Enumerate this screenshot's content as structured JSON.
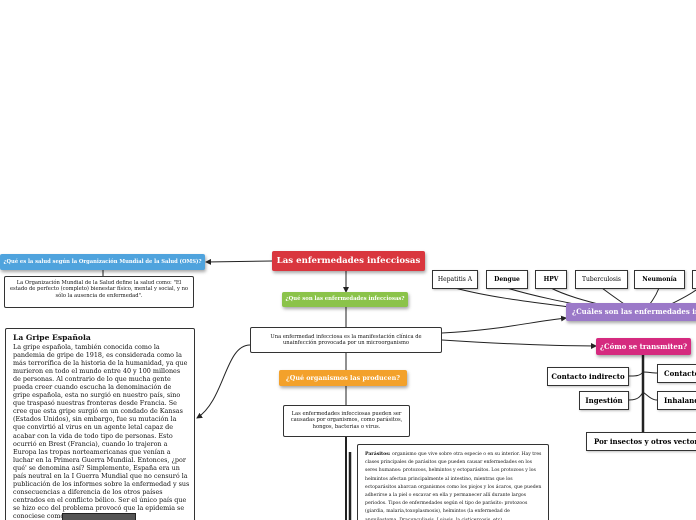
{
  "colors": {
    "main": "#d9363e",
    "green": "#8bc34a",
    "blue": "#4fa3dd",
    "orange": "#f3a12b",
    "purple": "#9b79c8",
    "magenta": "#d52a7f"
  },
  "nodes": {
    "main_title": "Las enfermedades infecciosas",
    "q_oms": "¿Qué es la salud según la Organización Mundial de la Salud (OMS)?",
    "oms_answer": "La Organización Mundial de la Salud define la salud como: \"El estado de perfecto (completo) bienestar físico, mental y social, y no sólo la ausencia de enfermedad\".",
    "q_what": "¿Qué son las enfermedades infecciosas?",
    "what_answer": "Una enfermedad infecciosa es la manifestación clínica de unainfección provocada por un microorganismo",
    "q_organisms": "¿Qué organismos las producen?",
    "organisms_answer": "Las enfermedades infecciosas pueden ser causadas por organismos, como parásitos, hongos, bacterias o virus.",
    "parasites_label": "Parásitos:",
    "parasites_text": "organismo que vive sobre otra especie o en su interior. Hay tres clases principales de parásitos que pueden causar enfermedades en los seres humanos: protozoos, helmintos y ectoparásitos. Los protozoos y los helmintos afectan principalmente al intestino, mientras que los ectoparásitos abarcan organismos como los piojos y los ácaros, que pueden adherirse a la piel o excavar en ella y permanecer allí durante largos periodos. Tipos de enfermedades según el tipo de parásito: protozoos (giardia, malaria,toxoplasmosis), helmintos (la enfermedad de anquilostoma, Dracunculiasis, Loiasis, la cisticercosis, etc)",
    "flu_title": "La Gripe Española",
    "flu_text": "La gripe española, también conocida como la pandemia de gripe de 1918, es considerada como la más terrorífica de la historia de la humanidad, ya que murieron en todo el mundo entre 40 y 100 millones de personas. Al contrario de lo que mucha gente pueda creer cuando escucha la denominación de gripe española, esta no surgió en nuestro país, sino que traspasó nuestras fronteras desde Francia. Se cree que esta gripe surgió en un condado de Kansas (Estados Unidos), sin embargo, fue su mutación la que convirtió al virus en un agente letal capaz de acabar con la vida de todo tipo de personas. Esto ocurrió en Brest (Francia), cuando lo trajeron a Europa las tropas norteamericanas que venían a luchar en la Primera Guerra Mundial. Entonces, ¿por qué' se denomina así? Simplemente, España era un país neutral en la I Guerra Mundial que no censuró la publicación de los informes sobre la enfermedad y sus consecuencias a diferencia de los otros países centrados en el conflicto bélico. Ser el único país que se hizo eco del problema provocó que la epidemia se conociese como la Gripe Española.",
    "q_which": "¿Cuáles son las enfermedades infe",
    "diseases": [
      "Hepatitis A",
      "Dengue",
      "HPV",
      "Tuberculosis",
      "Neumonía"
    ],
    "q_transmit": "¿Cómo se transmiten?",
    "transmit_left": [
      "Contacto indirecto",
      "Ingestión"
    ],
    "transmit_right": [
      "Contacto",
      "Inhaland"
    ],
    "transmit_bottom": "Por insectos y otros vectores"
  }
}
